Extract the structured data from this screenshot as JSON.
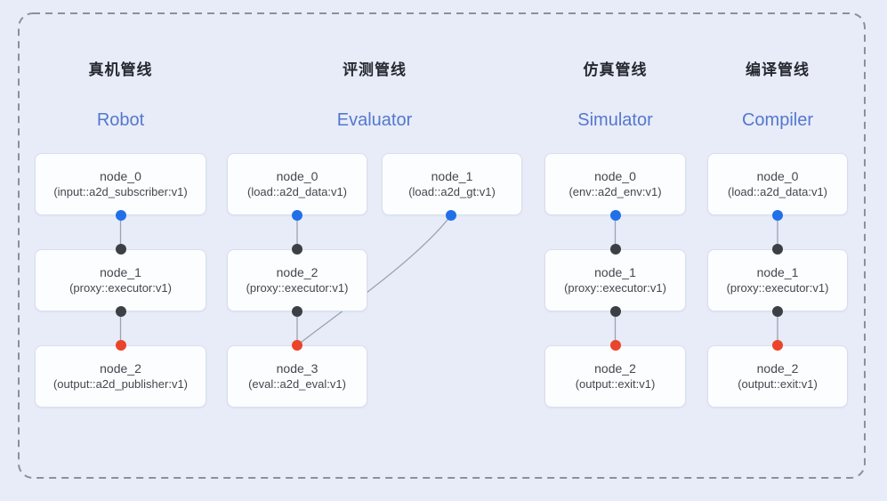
{
  "diagram": {
    "colors": {
      "background": "#e7ecf8",
      "frame_dash": "#8a909c",
      "node_bg": "#fcfdff",
      "node_border": "#d9dee9",
      "node_text": "#43474f",
      "header_zh": "#25282f",
      "header_en": "#5577cd",
      "edge": "#9aa3b2",
      "dot_output": "#2270e8",
      "dot_proxy": "#3c4045",
      "dot_input": "#ea452c"
    },
    "pipelines": [
      {
        "title_zh": "真机管线",
        "title_en": "Robot",
        "nodes": [
          {
            "title": "node_0",
            "subtitle": "(input::a2d_subscriber:v1)"
          },
          {
            "title": "node_1",
            "subtitle": "(proxy::executor:v1)"
          },
          {
            "title": "node_2",
            "subtitle": "(output::a2d_publisher:v1)"
          }
        ]
      },
      {
        "title_zh": "评测管线",
        "title_en": "Evaluator",
        "nodes": [
          {
            "title": "node_0",
            "subtitle": "(load::a2d_data:v1)"
          },
          {
            "title": "node_1",
            "subtitle": "(load::a2d_gt:v1)"
          },
          {
            "title": "node_2",
            "subtitle": "(proxy::executor:v1)"
          },
          {
            "title": "node_3",
            "subtitle": "(eval::a2d_eval:v1)"
          }
        ]
      },
      {
        "title_zh": "仿真管线",
        "title_en": "Simulator",
        "nodes": [
          {
            "title": "node_0",
            "subtitle": "(env::a2d_env:v1)"
          },
          {
            "title": "node_1",
            "subtitle": "(proxy::executor:v1)"
          },
          {
            "title": "node_2",
            "subtitle": "(output::exit:v1)"
          }
        ]
      },
      {
        "title_zh": "编译管线",
        "title_en": "Compiler",
        "nodes": [
          {
            "title": "node_0",
            "subtitle": "(load::a2d_data:v1)"
          },
          {
            "title": "node_1",
            "subtitle": "(proxy::executor:v1)"
          },
          {
            "title": "node_2",
            "subtitle": "(output::exit:v1)"
          }
        ]
      }
    ]
  }
}
